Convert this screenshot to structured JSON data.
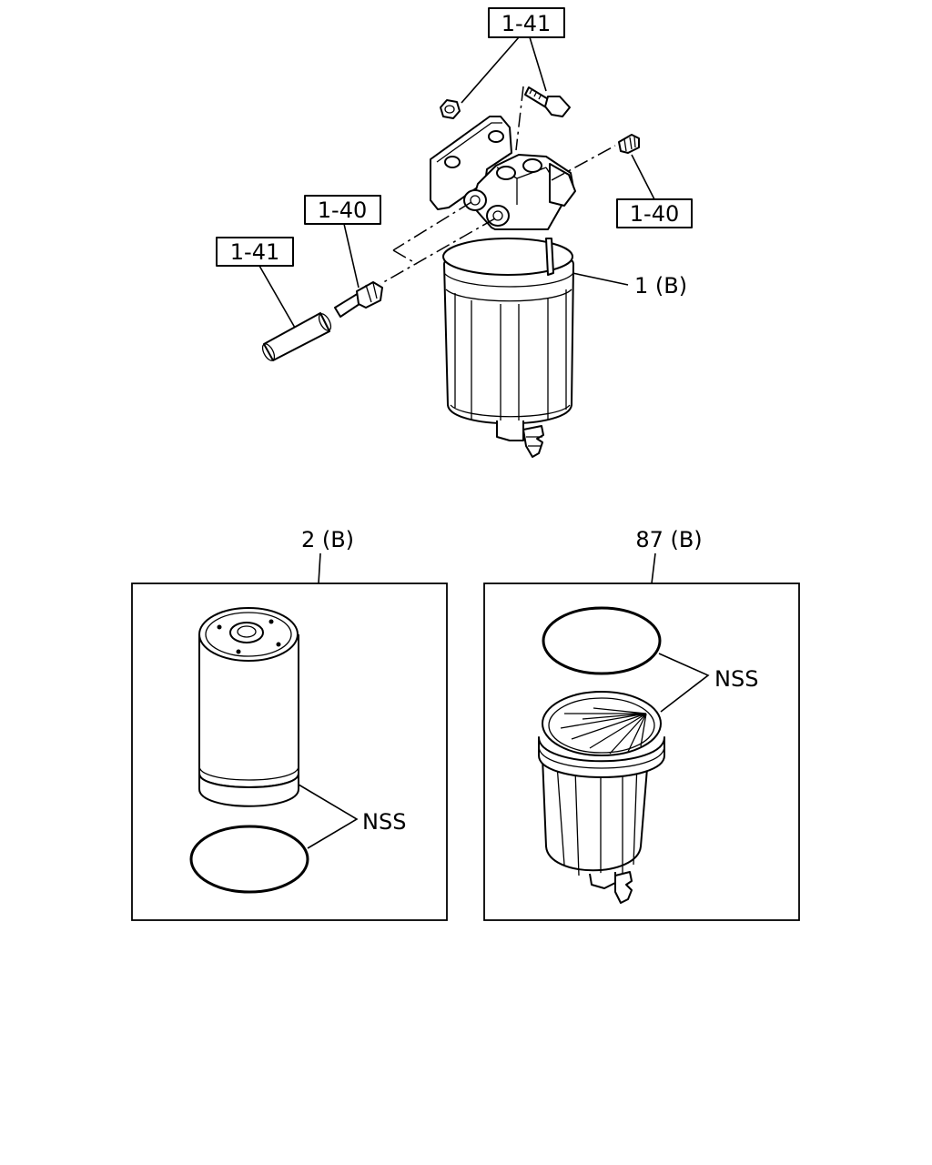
{
  "callouts": {
    "top_boxed": "1-41",
    "right_boxed": "1-40",
    "mid_boxed": "1-40",
    "left_boxed": "1-41",
    "main_assembly": "1 (B)",
    "element_kit": "2 (B)",
    "case_kit": "87 (B)",
    "nss_left": "NSS",
    "nss_right": "NSS"
  }
}
